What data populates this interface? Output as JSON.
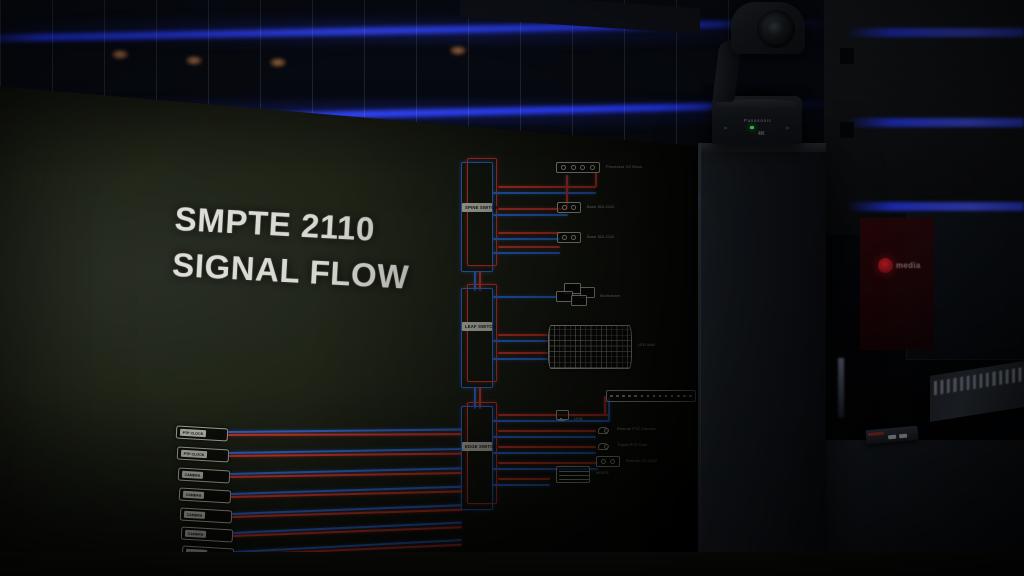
{
  "scene": {
    "setting": "Broadcast trade-show booth, dimly lit",
    "wall_title_line1": "SMPTE 2110",
    "wall_title_line2": "SIGNAL FLOW"
  },
  "colors": {
    "wall": "#222719",
    "title_text": "#e8e9e0",
    "primary_path": "#2f6fe0",
    "redundant_path": "#d33a2c",
    "icon_outline": "#c2c5b6",
    "led_ceiling": "#3347ff",
    "camera_status_led": "#3ddc52",
    "logo_red": "#e0212c"
  },
  "diagram": {
    "switches": [
      {
        "id": "switch-top",
        "label": "SPINE SWITCH"
      },
      {
        "id": "switch-middle",
        "label": "LEAF SWITCH"
      },
      {
        "id": "switch-bottom",
        "label": "EDGE SWITCH"
      }
    ],
    "sources": [
      {
        "label": "PTP CLOCK"
      },
      {
        "label": "PTP CLOCK"
      },
      {
        "label": "CAMERA"
      },
      {
        "label": "CAMERA"
      },
      {
        "label": "CAMERA"
      },
      {
        "label": "CAMERA"
      },
      {
        "label": "CAMERA"
      }
    ],
    "destinations": [
      {
        "id": "dest-proc-io",
        "icon": "port-block-icon",
        "label": "Processor I/O Block"
      },
      {
        "id": "dest-sdi-gw-1",
        "icon": "port-block-icon",
        "label": "Base SDI-2110"
      },
      {
        "id": "dest-sdi-gw-2",
        "icon": "port-block-icon",
        "label": "Base SDI-2110"
      },
      {
        "id": "dest-multiviewer",
        "icon": "window-stack-icon",
        "label": "Multiviewer"
      },
      {
        "id": "dest-ledwall",
        "icon": "led-wall-icon",
        "label": "LED Wall"
      },
      {
        "id": "dest-patchpanel",
        "icon": "patch-panel-icon",
        "label": ""
      },
      {
        "id": "dest-monitor",
        "icon": "monitor-icon",
        "label": "UHD"
      },
      {
        "id": "dest-camera-1",
        "icon": "camera-icon",
        "label": "Remote PTZ Camera"
      },
      {
        "id": "dest-camera-2",
        "icon": "camera-icon",
        "label": "Tripod PTZ Cam"
      },
      {
        "id": "dest-io-node",
        "icon": "port-block-icon",
        "label": "Remote I/O 2110"
      },
      {
        "id": "dest-mixer",
        "icon": "mixer-icon",
        "label": "MIXER"
      }
    ]
  },
  "camera": {
    "brand": "Panasonic",
    "badge": "4K",
    "type": "PTZ camera on pedestal"
  },
  "right_area": {
    "logo_text": "media",
    "console": "control surface",
    "monitor": "display"
  }
}
